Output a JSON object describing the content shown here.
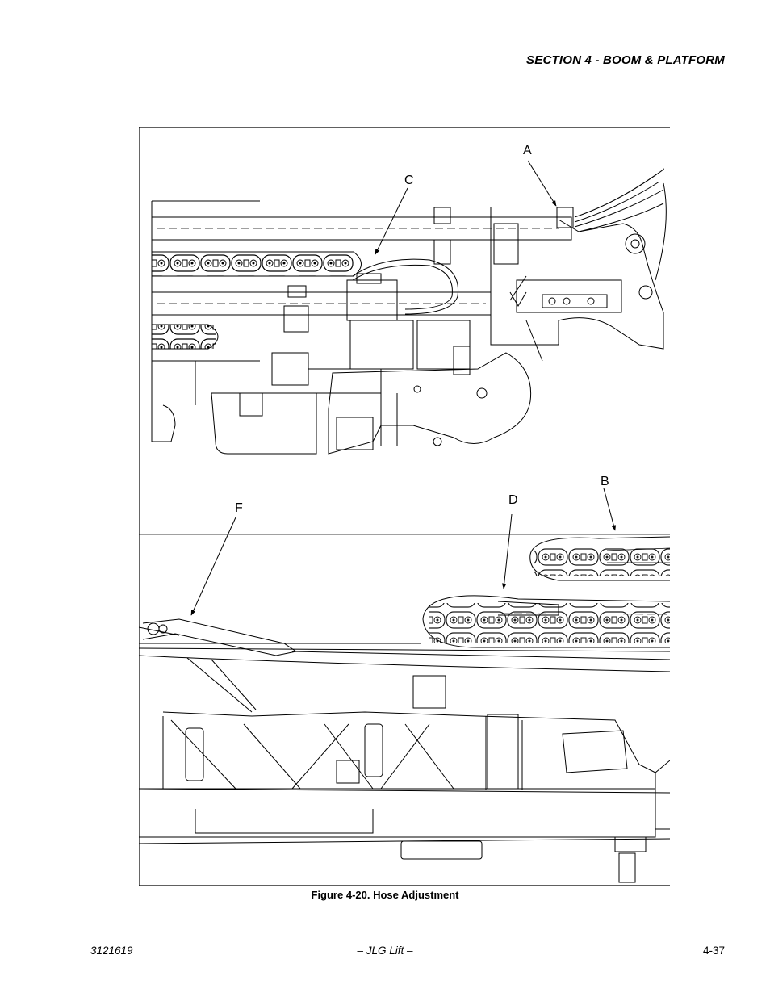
{
  "header": {
    "section_title": "SECTION 4 - BOOM & PLATFORM"
  },
  "figure": {
    "caption": "Figure 4-20.  Hose Adjustment",
    "callouts": {
      "A": "A",
      "B": "B",
      "C": "C",
      "D": "D",
      "F": "F"
    }
  },
  "footer": {
    "doc_number": "3121619",
    "center": "– JLG Lift –",
    "page": "4-37"
  }
}
